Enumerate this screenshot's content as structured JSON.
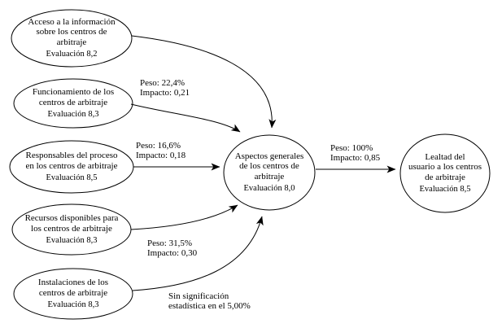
{
  "diagram": {
    "type": "path-model",
    "colors": {
      "stroke": "#000000",
      "text": "#000000",
      "background": "#ffffff"
    },
    "nodes": [
      {
        "id": "acceso",
        "title": "Acceso a la información\nsobre los centros de\narbitraje",
        "evaluation": "Evaluación 8,2"
      },
      {
        "id": "funcionamiento",
        "title": "Funcionamiento de los\ncentros de arbitraje",
        "evaluation": "Evaluación 8,3"
      },
      {
        "id": "responsables",
        "title": "Responsables del proceso\nen los centros de arbitraje",
        "evaluation": "Evaluación 8,5"
      },
      {
        "id": "recursos",
        "title": "Recursos disponibles para\nlos centros de arbitraje",
        "evaluation": "Evaluación 8,3"
      },
      {
        "id": "instalaciones",
        "title": "Instalaciones de los\ncentros de arbitraje",
        "evaluation": "Evaluación 8,3"
      },
      {
        "id": "aspectos",
        "title": "Aspectos generales\nde los centros de\narbitraje",
        "evaluation": "Evaluación 8,0"
      },
      {
        "id": "lealtad",
        "title": "Lealtad del\nusuario a los centros\nde arbitraje",
        "evaluation": "Evaluación 8,5"
      }
    ],
    "edges": [
      {
        "from": "acceso",
        "to": "aspectos",
        "lines": []
      },
      {
        "from": "funcionamiento",
        "to": "aspectos",
        "lines": [
          "Peso: 22,4%",
          "Impacto: 0,21"
        ]
      },
      {
        "from": "responsables",
        "to": "aspectos",
        "lines": [
          "Peso: 16,6%",
          "Impacto: 0,18"
        ]
      },
      {
        "from": "recursos",
        "to": "aspectos",
        "lines": [
          "Peso: 31,5%",
          "Impacto: 0,30"
        ]
      },
      {
        "from": "instalaciones",
        "to": "aspectos",
        "lines": [
          "Sin significación",
          "estadística en el 5,00%"
        ]
      },
      {
        "from": "aspectos",
        "to": "lealtad",
        "lines": [
          "Peso: 100%",
          "Impacto: 0,85"
        ]
      }
    ]
  }
}
